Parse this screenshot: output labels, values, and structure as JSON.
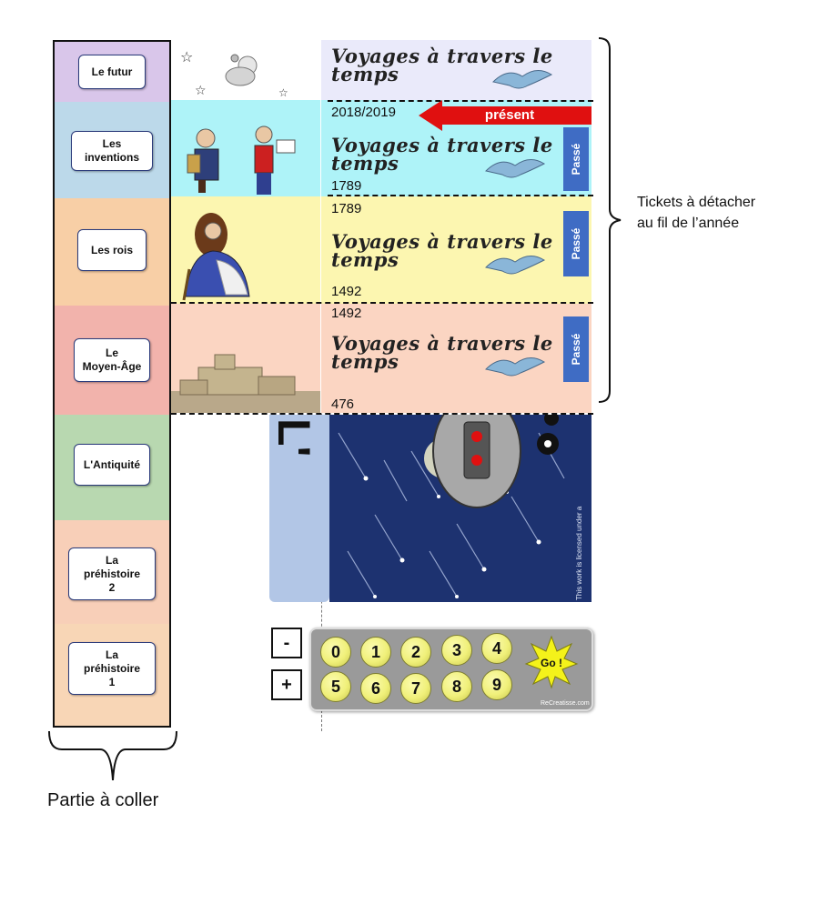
{
  "categories": [
    {
      "label": "Le futur",
      "color": "#d9c6ea"
    },
    {
      "label": "Les\ninventions",
      "color": "#bcd9ea"
    },
    {
      "label": "Les rois",
      "color": "#f8cfa6"
    },
    {
      "label": "Le\nMoyen-Âge",
      "color": "#f2b3ac"
    },
    {
      "label": "L'Antiquité",
      "color": "#b8d8b0"
    },
    {
      "label": "La\npréhistoire\n2",
      "color": "#f8cfb8"
    },
    {
      "label": "La\npréhistoire\n1",
      "color": "#f8d6b6"
    }
  ],
  "ticket_title": "Voyages à travers le temps",
  "years": {
    "top_inventions": "2018/2019",
    "bottom_inventions": "1789",
    "top_rois": "1789",
    "bottom_rois": "1492",
    "top_moyen_age": "1492",
    "bottom_moyen_age": "476"
  },
  "present_label": "présent",
  "passe_label": "Passé",
  "tickets_note": "Tickets à détacher\nau fil de l’année",
  "glue_note": "Partie à coller",
  "machine_vertical_text": "L'",
  "license_text": "This work is licensed under a",
  "keypad": {
    "minus": "-",
    "plus": "+",
    "digits": [
      "0",
      "1",
      "2",
      "3",
      "4",
      "5",
      "6",
      "7",
      "8",
      "9"
    ],
    "go": "Go !",
    "brand": "ReCreatisse.com"
  },
  "colors": {
    "future_row": "#eaeafa",
    "inventions_row": "#aef3f8",
    "rois_row": "#fcf6b0",
    "moyen_age_row": "#fbd5c2",
    "present_arrow": "#e01010",
    "passe_tab": "#3f6cc4",
    "space_bg": "#1d3270"
  }
}
